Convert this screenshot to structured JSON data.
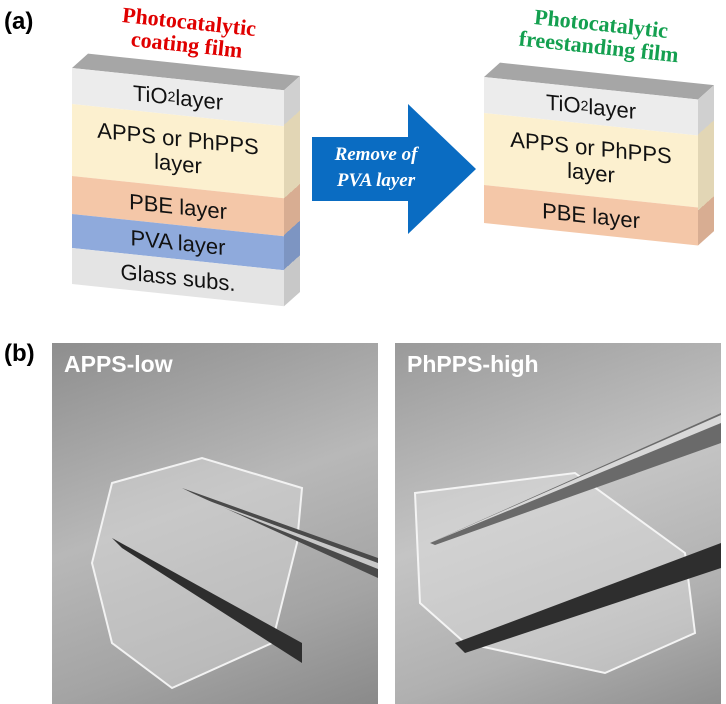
{
  "panel_a": {
    "label": "(a)",
    "left": {
      "title_line1": "Photocatalytic",
      "title_line2": "coating film",
      "layers": [
        "TiO",
        "2",
        " layer",
        "APPS or PhPPS",
        "layer",
        "PBE layer",
        "PVA layer",
        "Glass subs."
      ]
    },
    "arrow": {
      "line1": "Remove of",
      "line2": "PVA layer"
    },
    "right": {
      "title_line1": "Photocatalytic",
      "title_line2": "freestanding film",
      "layers": [
        "TiO",
        "2",
        " layer",
        "APPS or PhPPS",
        "layer",
        "PBE layer"
      ]
    }
  },
  "panel_b": {
    "label": "(b)",
    "photo_left": "APPS-low",
    "photo_right": "PhPPS-high"
  },
  "colors": {
    "tio2": "#ececec",
    "apps": "#fcf0cf",
    "pbe": "#f4c7a8",
    "pva": "#8faadc",
    "glass": "#e4e4e4",
    "arrow": "#0a6cc2",
    "red": "#e00000",
    "green": "#14a050"
  }
}
